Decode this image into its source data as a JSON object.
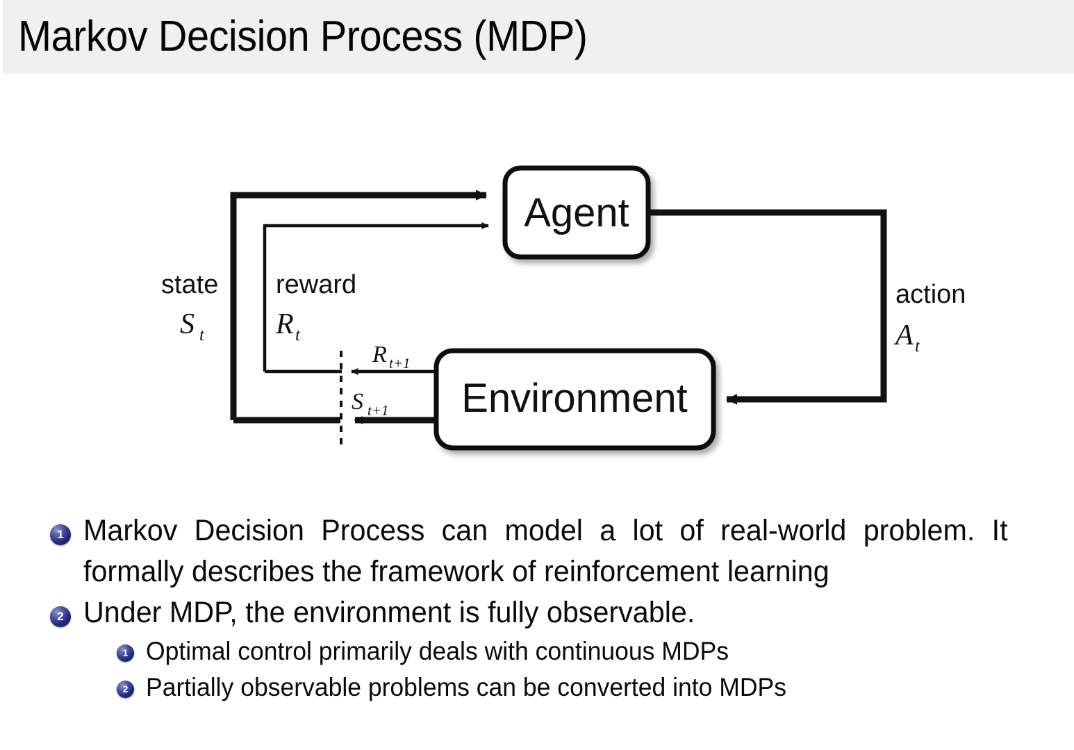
{
  "slide": {
    "title": "Markov Decision Process (MDP)"
  },
  "diagram": {
    "name": "agent-environment-interaction-loop",
    "agent_box_label": "Agent",
    "environment_box_label": "Environment",
    "state_word": "state",
    "state_symbol": "S",
    "state_subscript": "t",
    "reward_word": "reward",
    "reward_symbol": "R",
    "reward_subscript": "t",
    "action_word": "action",
    "action_symbol": "A",
    "action_subscript": "t",
    "next_reward_symbol": "R",
    "next_reward_subscript": "t+1",
    "next_state_symbol": "S",
    "next_state_subscript": "t+1",
    "colors": {
      "stroke": "#111111",
      "box_fill": "#ffffff",
      "background": "#ffffff"
    }
  },
  "bullets": [
    {
      "number": "1",
      "level": 1,
      "text": "Markov Decision Process can model a lot of real-world problem. It formally describes the framework of reinforcement learning"
    },
    {
      "number": "2",
      "level": 1,
      "text": "Under MDP, the environment is fully observable."
    },
    {
      "number": "1",
      "level": 2,
      "text": "Optimal control primarily deals with continuous MDPs"
    },
    {
      "number": "2",
      "level": 2,
      "text": "Partially observable problems can be converted into MDPs"
    }
  ],
  "theme": {
    "header_background": "#f0f0f0",
    "bullet_badge_color": "#232a78",
    "text_color": "#0a0a0a"
  }
}
